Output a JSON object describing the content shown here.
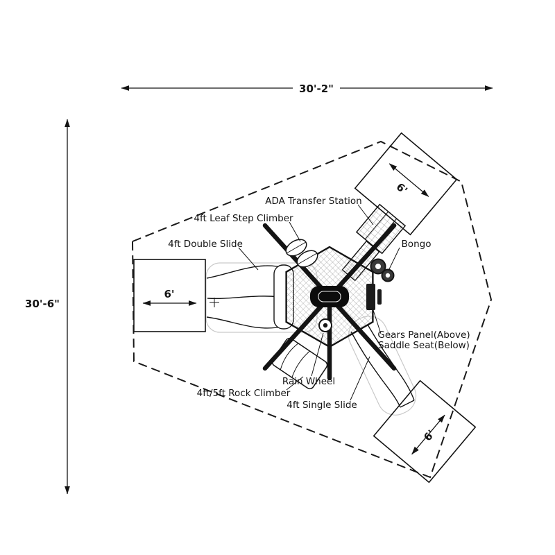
{
  "diagram": {
    "dim_width": "30'-2\"",
    "dim_height": "30'-6\"",
    "zone_left": "6'",
    "zone_top_right": "6'",
    "zone_bottom_right": "6'",
    "labels": {
      "ada": "ADA Transfer Station",
      "leaf": "4ft Leaf Step Climber",
      "double_slide": "4ft Double Slide",
      "bongo": "Bongo",
      "gears": "Gears Panel(Above)",
      "saddle": "Saddle Seat(Below)",
      "rain": "Rain Wheel",
      "rock": "4ft/5ft Rock Climber",
      "single_slide": "4ft Single Slide"
    },
    "colors": {
      "ink": "#1a1a1a",
      "boundary_dash": "#1a1a1a",
      "zone_outline": "#c9c9c9"
    }
  }
}
